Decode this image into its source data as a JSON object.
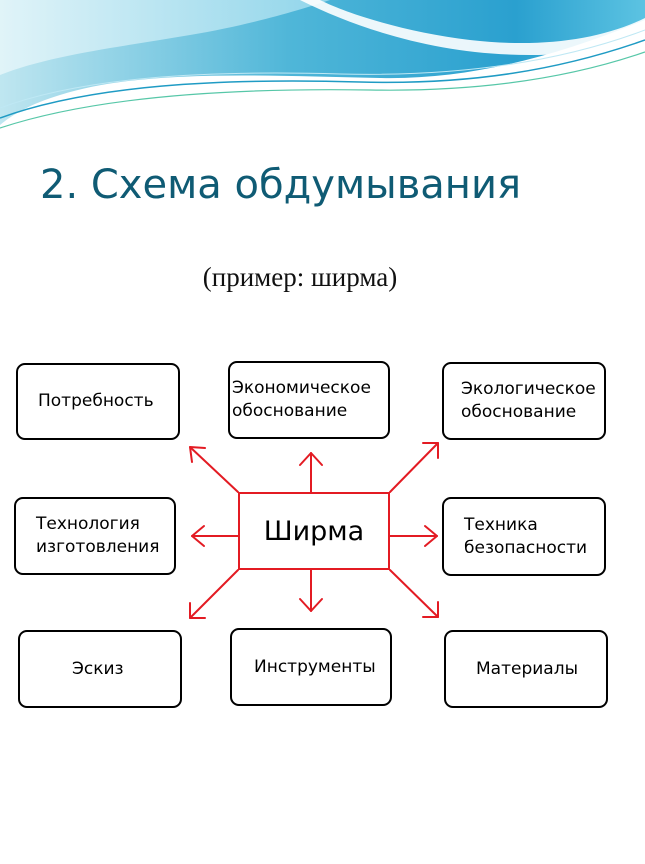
{
  "slide": {
    "title": "2. Схема обдумывания",
    "subtitle": "(пример: ширма)"
  },
  "diagram": {
    "center": "Ширма",
    "nodes": {
      "need": "Потребность",
      "economic": "Экономическое\nобоснование",
      "ecological": "Экологическое\nобоснование",
      "technology": "Технология\nизготовления",
      "safety": "Техника\nбезопасности",
      "sketch": "Эскиз",
      "tools": "Инструменты",
      "materials": "Материалы"
    },
    "colors": {
      "arrow": "#e31b23",
      "title": "#0f5b74",
      "box_border": "#000000"
    }
  }
}
